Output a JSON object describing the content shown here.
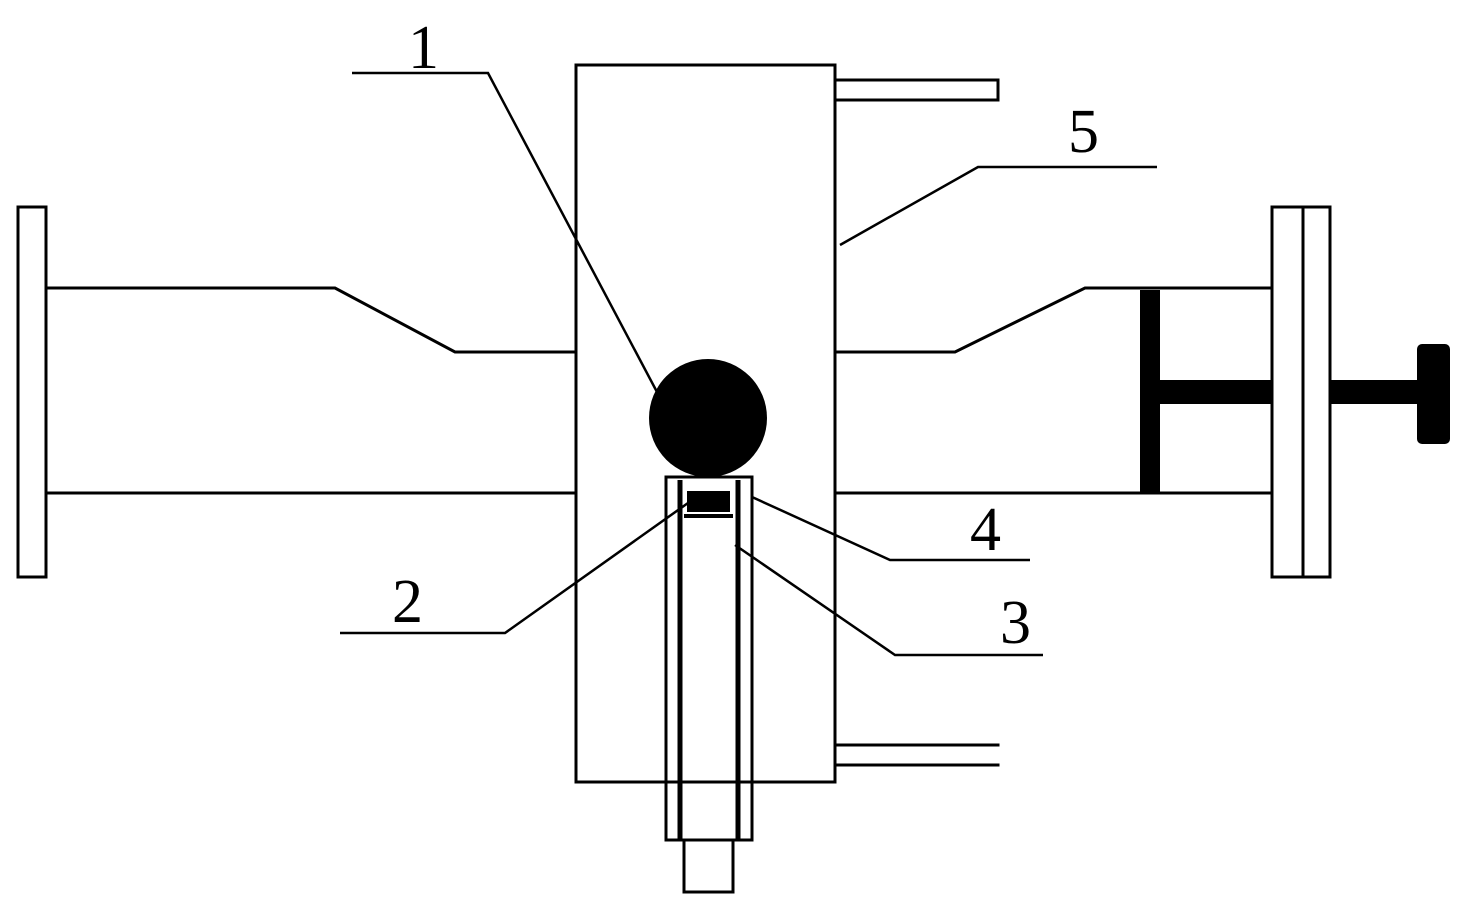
{
  "labels": {
    "l1": "1",
    "l2": "2",
    "l3": "3",
    "l4": "4",
    "l5": "5"
  },
  "colors": {
    "stroke": "#000000",
    "background": "#ffffff"
  }
}
